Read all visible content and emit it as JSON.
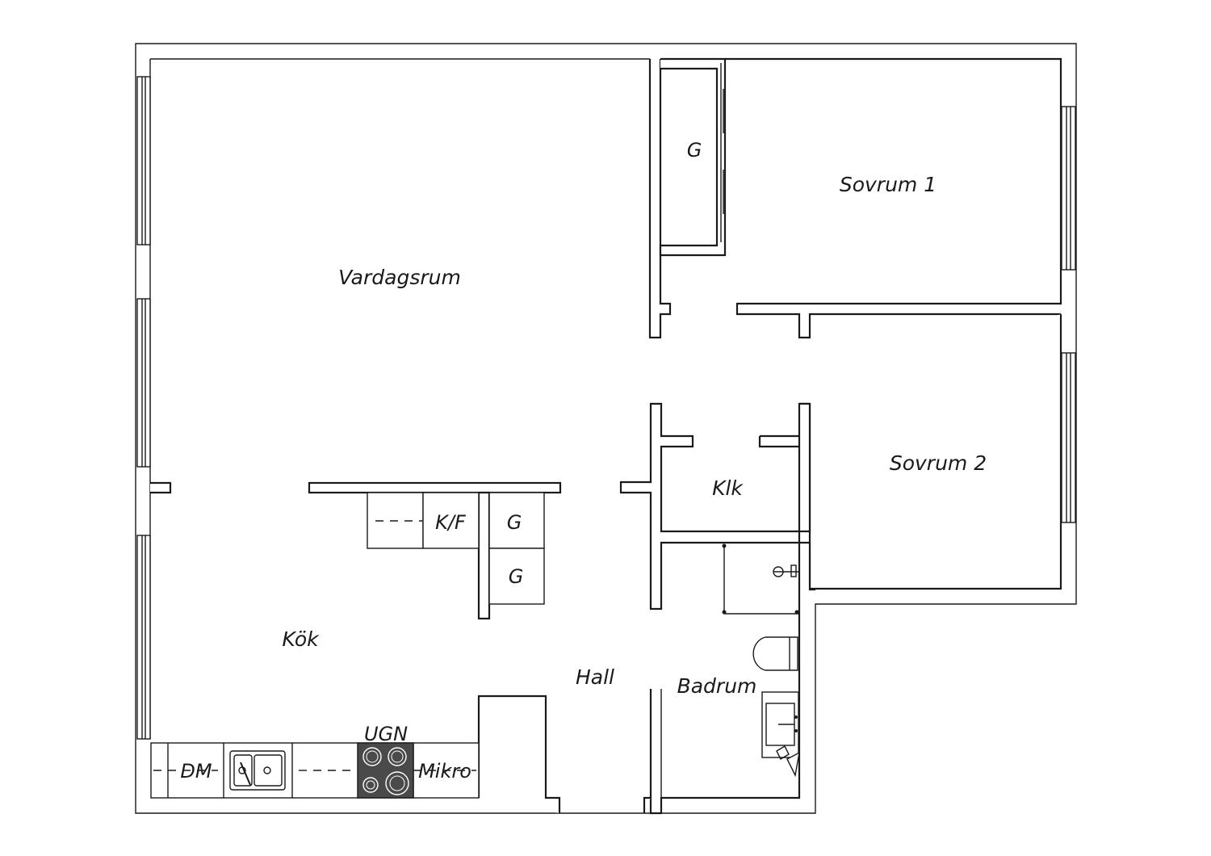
{
  "rooms": {
    "vardagsrum": "Vardagsrum",
    "sovrum1": "Sovrum 1",
    "sovrum2": "Sovrum 2",
    "kok": "Kök",
    "hall": "Hall",
    "badrum": "Badrum",
    "klk": "Klk"
  },
  "fixtures": {
    "garderob_top": "G",
    "garderob_upper": "G",
    "garderob_lower": "G",
    "kyl_frys": "K/F",
    "diskmaskin": "DM",
    "ugn": "UGN",
    "mikro": "Mikro"
  },
  "colors": {
    "wall_line": "#1a1a1a",
    "background": "#ffffff",
    "stove_top": "#4a4a4a"
  }
}
